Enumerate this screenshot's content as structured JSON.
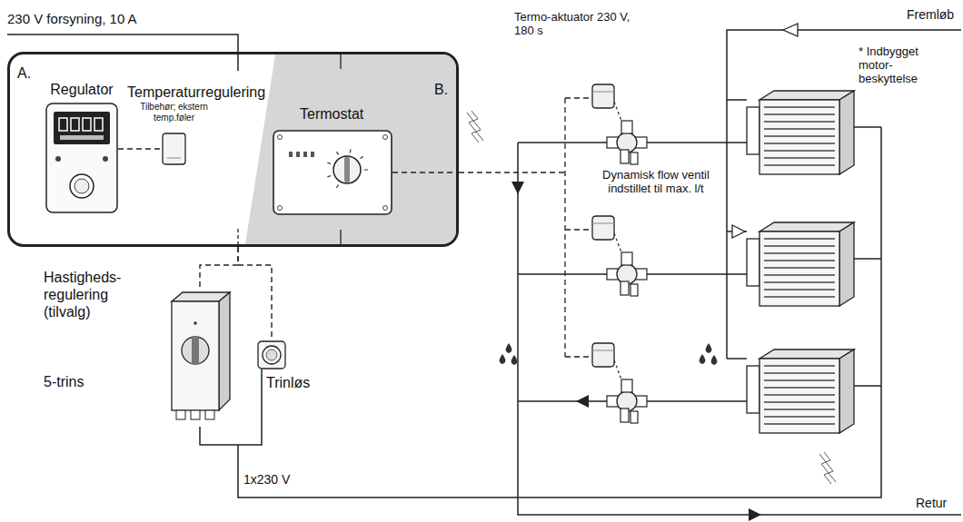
{
  "diagram": {
    "nodes": [
      {
        "text": [
          "Temperaturregulering"
        ]
      },
      {
        "text": [
          "A."
        ],
        "in": 0
      },
      {
        "text": [
          "Regulator"
        ],
        "in": 1
      },
      {
        "text": [
          "Tilbehør; ekstern temp.føler"
        ],
        "in": 1
      },
      {
        "text": [
          "B."
        ],
        "in": 0
      },
      {
        "text": [
          "Termostat"
        ],
        "in": 4
      },
      {
        "text": [
          "5-trins"
        ]
      },
      {
        "text": [
          "Trinløs"
        ]
      }
    ],
    "edges": [
      {
        "from": 2,
        "to": 3,
        "arrow": "none"
      },
      {
        "from": 0,
        "to": 6,
        "arrow": "none"
      },
      {
        "from": 0,
        "to": 7,
        "arrow": "none"
      }
    ],
    "labels": [
      "230 V forsyning, 10 A",
      "Hastigheds- regulering (tilvalg)",
      "1x230 V",
      "Termo-aktuator 230 V, 180 s",
      "Dynamisk flow ventil indstillet til max. l/t",
      "* Indbygget motor- beskyttelse",
      "Fremløb",
      "Retur"
    ]
  }
}
